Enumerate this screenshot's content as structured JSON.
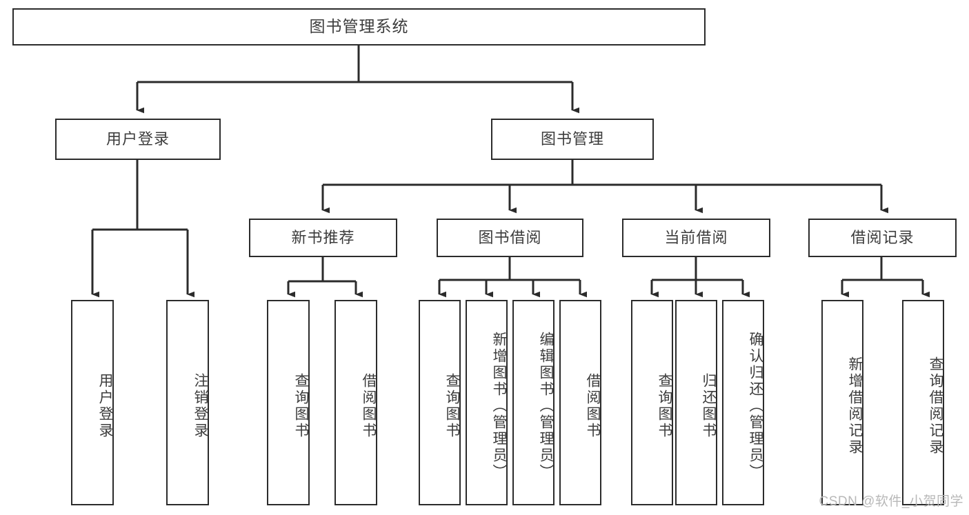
{
  "diagram": {
    "title": "图书管理系统",
    "watermark": "CSDN @软件_小贺同学",
    "colors": {
      "box_border": "#2b2b2b",
      "box_fill": "#ffffff",
      "text": "#3c3c3c",
      "connector": "#2b2b2b",
      "watermark": "#b8b8b8",
      "background": "#ffffff"
    },
    "root": {
      "label": "图书管理系统"
    },
    "level2": [
      {
        "label": "用户登录"
      },
      {
        "label": "图书管理"
      }
    ],
    "level3": [
      {
        "label": "新书推荐"
      },
      {
        "label": "图书借阅"
      },
      {
        "label": "当前借阅"
      },
      {
        "label": "借阅记录"
      }
    ],
    "leaves": {
      "user_login": [
        {
          "label": "用户登录"
        },
        {
          "label": "注销登录"
        }
      ],
      "new_book_recommend": [
        {
          "label": "查询图书"
        },
        {
          "label": "借阅图书"
        }
      ],
      "book_borrow": [
        {
          "label": "查询图书"
        },
        {
          "label": "新增图书（管理员）"
        },
        {
          "label": "编辑图书（管理员）"
        },
        {
          "label": "借阅图书"
        }
      ],
      "current_borrow": [
        {
          "label": "查询图书"
        },
        {
          "label": "归还图书"
        },
        {
          "label": "确认归还（管理员）"
        }
      ],
      "borrow_records": [
        {
          "label": "新增借阅记录"
        },
        {
          "label": "查询借阅记录"
        }
      ]
    }
  }
}
